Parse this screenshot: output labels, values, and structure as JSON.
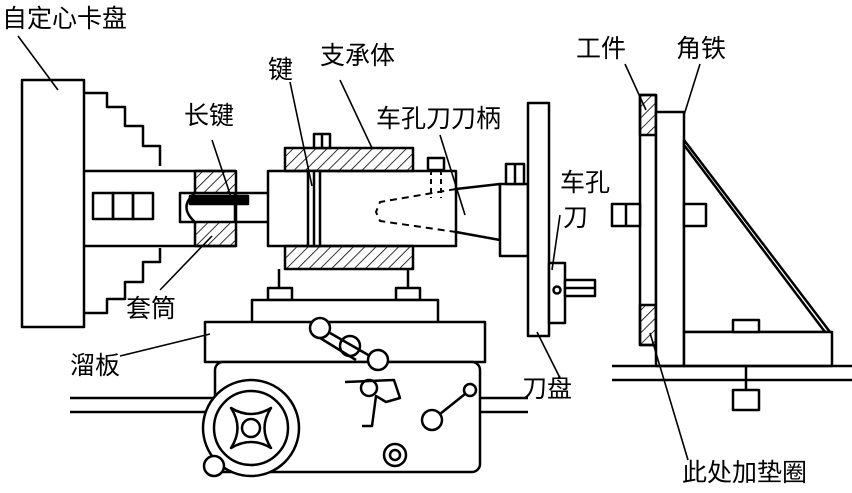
{
  "labels": {
    "chuck": "自定心卡盘",
    "long_key": "长键",
    "key": "键",
    "support": "支承体",
    "holder": "车孔刀刀柄",
    "boring_tool_1": "车孔",
    "boring_tool_2": "刀",
    "sleeve": "套筒",
    "carriage": "溜板",
    "tool_disc": "刀盘",
    "workpiece": "工件",
    "angle_iron": "角铁",
    "washer_note": "此处加垫圈"
  },
  "colors": {
    "ink": "#000000",
    "paper": "#ffffff"
  }
}
